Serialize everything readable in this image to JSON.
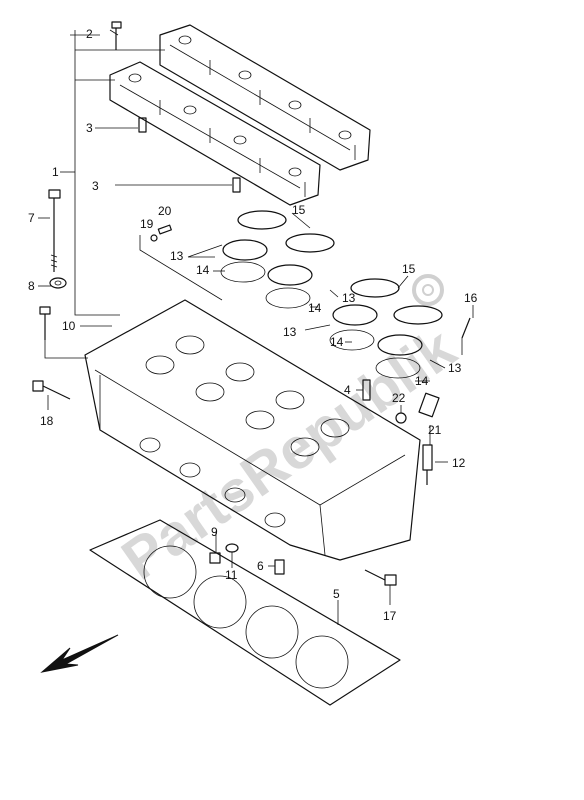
{
  "diagram": {
    "watermark": "PartsRepublik",
    "callouts": [
      {
        "id": "c1",
        "text": "1"
      },
      {
        "id": "c2",
        "text": "2"
      },
      {
        "id": "c3a",
        "text": "3"
      },
      {
        "id": "c3b",
        "text": "3"
      },
      {
        "id": "c4",
        "text": "4"
      },
      {
        "id": "c5",
        "text": "5"
      },
      {
        "id": "c6",
        "text": "6"
      },
      {
        "id": "c7",
        "text": "7"
      },
      {
        "id": "c8",
        "text": "8"
      },
      {
        "id": "c9",
        "text": "9"
      },
      {
        "id": "c10",
        "text": "10"
      },
      {
        "id": "c11",
        "text": "11"
      },
      {
        "id": "c12",
        "text": "12"
      },
      {
        "id": "c13a",
        "text": "13"
      },
      {
        "id": "c13b",
        "text": "13"
      },
      {
        "id": "c13c",
        "text": "13"
      },
      {
        "id": "c13d",
        "text": "13"
      },
      {
        "id": "c14a",
        "text": "14"
      },
      {
        "id": "c14b",
        "text": "14"
      },
      {
        "id": "c14c",
        "text": "14"
      },
      {
        "id": "c14d",
        "text": "14"
      },
      {
        "id": "c15a",
        "text": "15"
      },
      {
        "id": "c15b",
        "text": "15"
      },
      {
        "id": "c16",
        "text": "16"
      },
      {
        "id": "c17",
        "text": "17"
      },
      {
        "id": "c18",
        "text": "18"
      },
      {
        "id": "c19",
        "text": "19"
      },
      {
        "id": "c20",
        "text": "20"
      },
      {
        "id": "c21",
        "text": "21"
      },
      {
        "id": "c22",
        "text": "22"
      }
    ]
  }
}
